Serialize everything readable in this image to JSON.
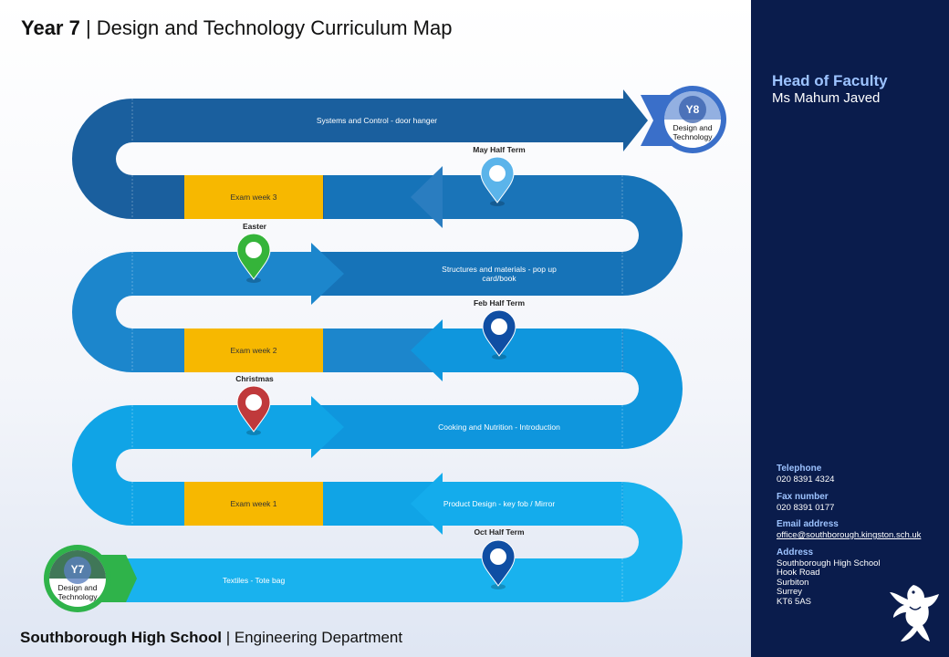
{
  "header": {
    "title_bold": "Year 7",
    "title_rest": " | Design and Technology Curriculum Map"
  },
  "footer": {
    "school": "Southborough High School",
    "department": " | Engineering Department"
  },
  "lanes": [
    {
      "label": "Systems and Control - door hanger"
    },
    {
      "label": "May Half Term"
    },
    {
      "label": "Structures and materials - pop up",
      "label2": "card/book"
    },
    {
      "label": "Feb Half Term"
    },
    {
      "label": "Cooking and Nutrition - Introduction"
    },
    {
      "label": "Product Design - key fob / Mirror"
    },
    {
      "label": "Textiles - Tote bag"
    }
  ],
  "exams": [
    "Exam week 3",
    "Exam week 2",
    "Exam week 1"
  ],
  "pins": [
    {
      "label": "May Half Term",
      "color": "#5bb4ea"
    },
    {
      "label": "Easter",
      "color": "#35b43a"
    },
    {
      "label": "Feb Half Term",
      "color": "#0f4ea3"
    },
    {
      "label": "Christmas",
      "color": "#c0393b"
    },
    {
      "label": "Oct Half Term",
      "color": "#0f4ea3"
    }
  ],
  "badges": {
    "end": {
      "year": "Y8",
      "line1": "Design and",
      "line2": "Technology",
      "color": "#3a6fc9"
    },
    "start": {
      "year": "Y7",
      "line1": "Design and",
      "line2": "Technology",
      "color": "#2fb34a"
    }
  },
  "sidebar": {
    "hof_label": "Head of Faculty",
    "hof_name": "Ms Mahum Javed",
    "telephone_label": "Telephone",
    "telephone": "020 8391 4324",
    "fax_label": "Fax number",
    "fax": "020 8391 0177",
    "email_label": "Email address",
    "email": "office@southborough.kingston.sch.uk",
    "address_label": "Address",
    "address": [
      "Southborough High School",
      "Hook Road",
      "Surbiton",
      "Surrey",
      "KT6 5AS"
    ]
  },
  "colors": {
    "band1": "#1a5f9e",
    "band2": "#1673b8",
    "band3": "#1c86cc",
    "band4": "#0f96dd",
    "band5": "#10a4e6",
    "band6": "#14acec",
    "band7": "#19b2ee",
    "exam": "#f7b800",
    "sidebar": "#0a1c4c"
  }
}
